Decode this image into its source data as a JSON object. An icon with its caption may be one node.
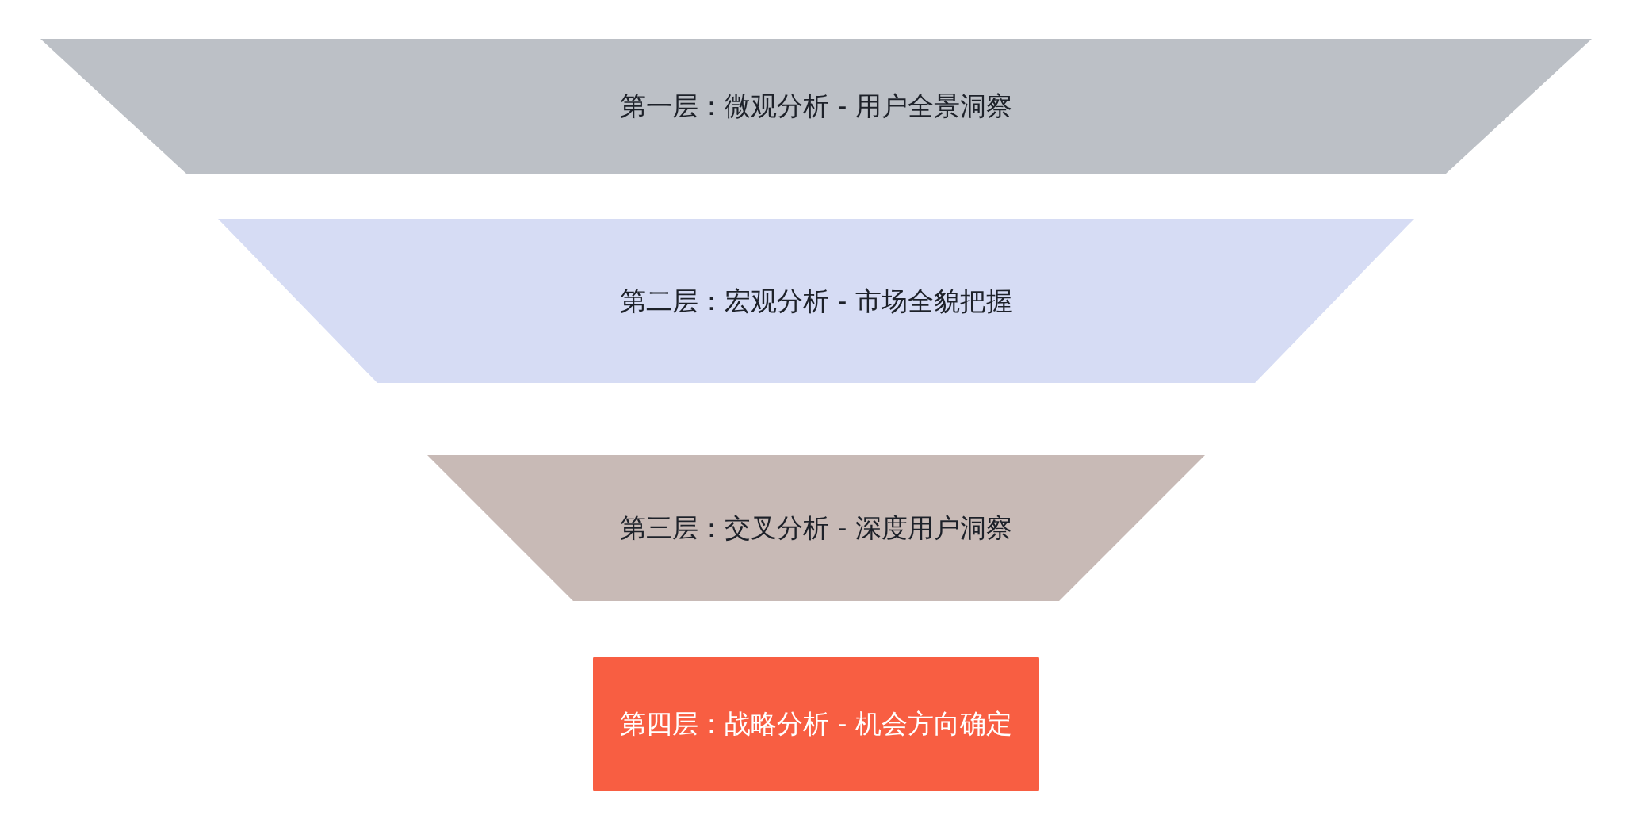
{
  "diagram": {
    "nodes": [
      {
        "text": [
          "第一层：微观分析 - 用户全景洞察"
        ]
      },
      {
        "text": [
          "第二层：宏观分析 - 市场全貌把握"
        ]
      },
      {
        "text": [
          "第三层：交叉分析 - 深度用户洞察"
        ]
      },
      {
        "text": [
          "第四层：战略分析 - 机会方向确定"
        ]
      }
    ]
  }
}
